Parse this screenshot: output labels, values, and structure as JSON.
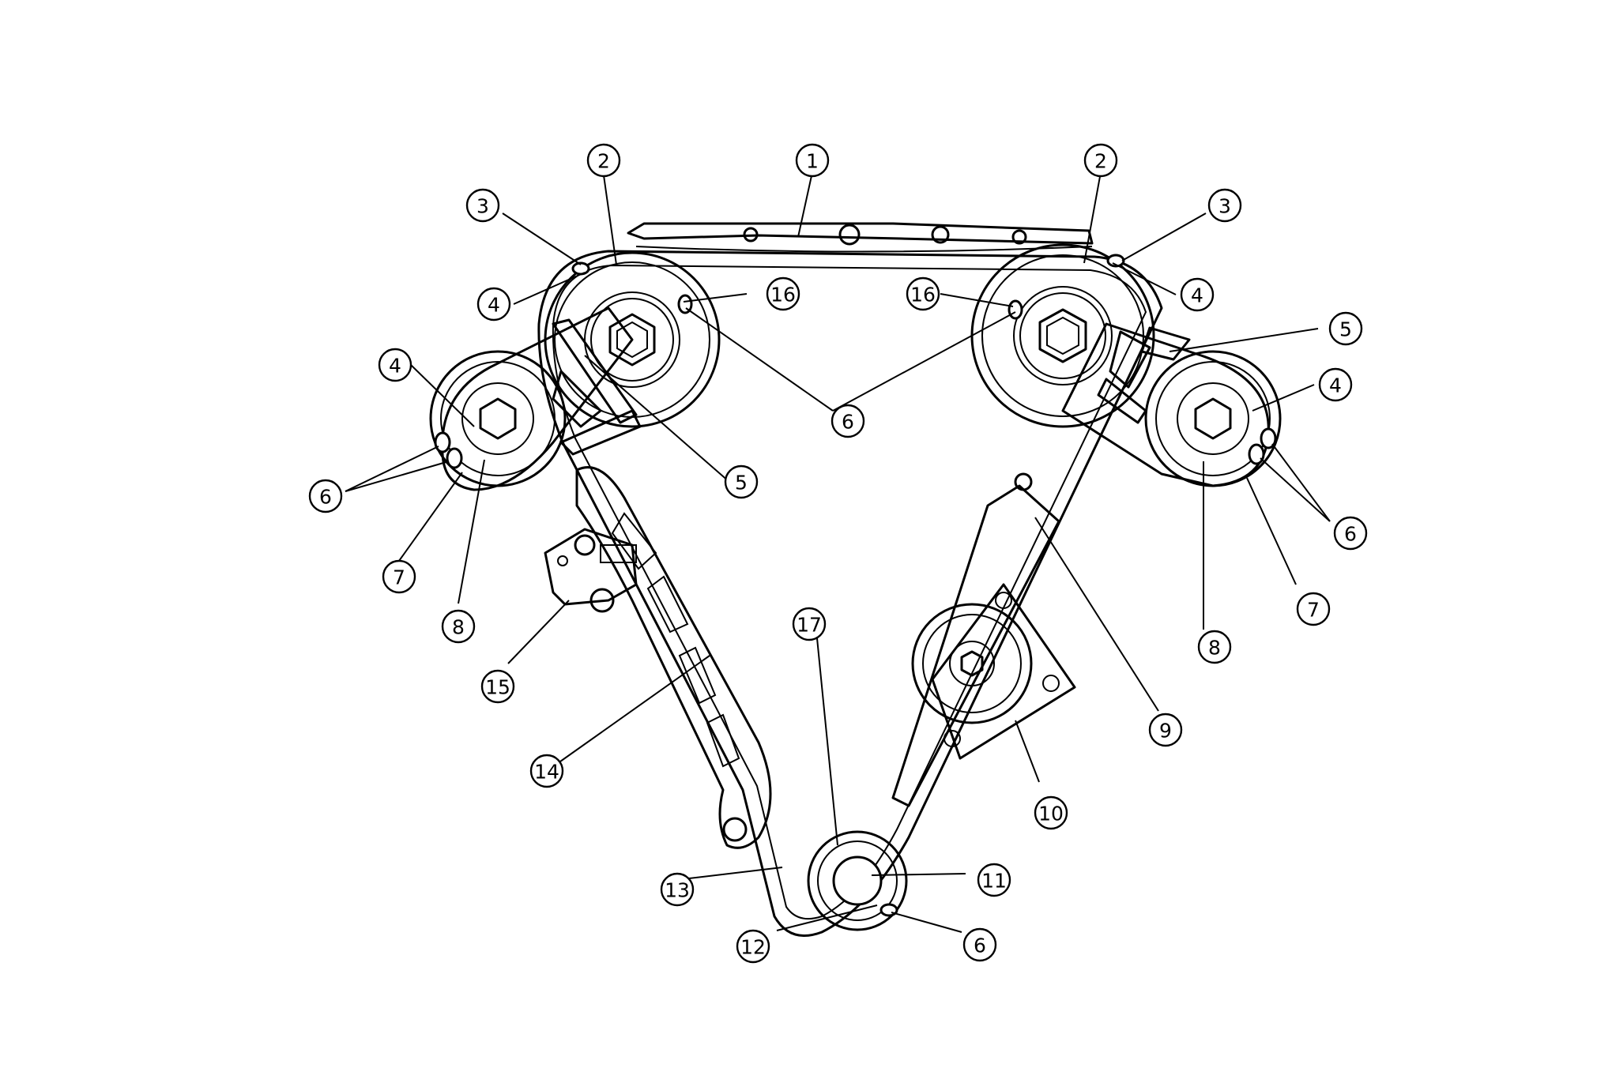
{
  "callouts": [
    {
      "id": "c1",
      "label": "1"
    },
    {
      "id": "c2l",
      "label": "2"
    },
    {
      "id": "c2r",
      "label": "2"
    },
    {
      "id": "c3l",
      "label": "3"
    },
    {
      "id": "c3r",
      "label": "3"
    },
    {
      "id": "c4a",
      "label": "4"
    },
    {
      "id": "c4b",
      "label": "4"
    },
    {
      "id": "c4c",
      "label": "4"
    },
    {
      "id": "c4d",
      "label": "4"
    },
    {
      "id": "c5l",
      "label": "5"
    },
    {
      "id": "c5r",
      "label": "5"
    },
    {
      "id": "c6a",
      "label": "6"
    },
    {
      "id": "c6b",
      "label": "6"
    },
    {
      "id": "c6c",
      "label": "6"
    },
    {
      "id": "c6d",
      "label": "6"
    },
    {
      "id": "c7l",
      "label": "7"
    },
    {
      "id": "c7r",
      "label": "7"
    },
    {
      "id": "c8l",
      "label": "8"
    },
    {
      "id": "c8r",
      "label": "8"
    },
    {
      "id": "c9",
      "label": "9"
    },
    {
      "id": "c10",
      "label": "10"
    },
    {
      "id": "c11",
      "label": "11"
    },
    {
      "id": "c12",
      "label": "12"
    },
    {
      "id": "c13",
      "label": "13"
    },
    {
      "id": "c14",
      "label": "14"
    },
    {
      "id": "c15",
      "label": "15"
    },
    {
      "id": "c16l",
      "label": "16"
    },
    {
      "id": "c16r",
      "label": "16"
    },
    {
      "id": "c17",
      "label": "17"
    }
  ]
}
